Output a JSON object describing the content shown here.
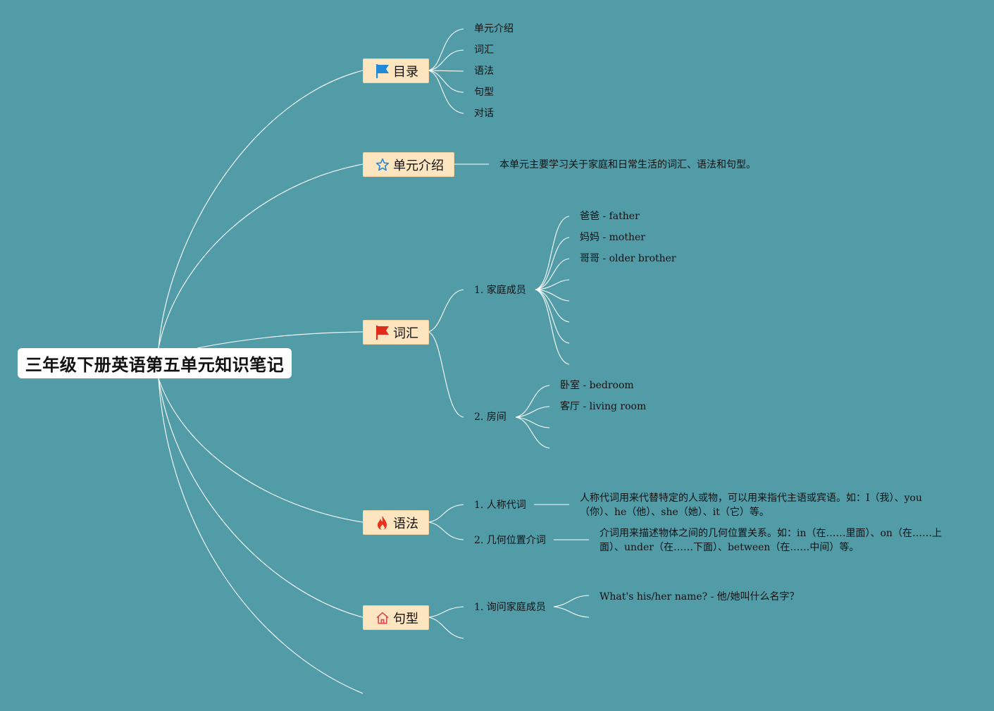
{
  "root": {
    "title": "三年级下册英语第五单元知识笔记"
  },
  "branches": {
    "toc": {
      "label": "目录",
      "icon": "blue-flag-icon",
      "items": [
        "单元介绍",
        "词汇",
        "语法",
        "句型",
        "对话"
      ]
    },
    "intro": {
      "label": "单元介绍",
      "icon": "star-icon",
      "text": "本单元主要学习关于家庭和日常生活的词汇、语法和句型。"
    },
    "vocab": {
      "label": "词汇",
      "icon": "red-flag-icon",
      "family": {
        "label": "1. 家庭成员",
        "items": [
          "爸爸 - father",
          "妈妈 - mother",
          "哥哥 - older brother"
        ]
      },
      "rooms": {
        "label": "2. 房间",
        "items": [
          "卧室 - bedroom",
          "客厅 - living room"
        ]
      }
    },
    "grammar": {
      "label": "语法",
      "icon": "fire-icon",
      "pronouns": {
        "label": "1. 人称代词",
        "text": "人称代词用来代替特定的人或物，可以用来指代主语或宾语。如：I（我）、you（你）、he（他）、she（她）、it（它）等。"
      },
      "prepositions": {
        "label": "2. 几何位置介词",
        "text": "介词用来描述物体之间的几何位置关系。如：in（在……里面）、on（在……上面）、under（在……下面）、between（在……中间）等。"
      }
    },
    "sentence": {
      "label": "句型",
      "icon": "home-icon",
      "ask_family": {
        "label": "1. 询问家庭成员",
        "items": [
          "What's his/her name? - 他/她叫什么名字？"
        ]
      }
    }
  },
  "colors": {
    "background": "#529ca8",
    "branch_fill": "#fde5c0",
    "line": "#ffffff",
    "blue_flag": "#1e8ad8",
    "red_flag": "#e02a1c",
    "fire": "#e8331e",
    "home": "#e04b5a",
    "star": "#2a8ad6"
  }
}
